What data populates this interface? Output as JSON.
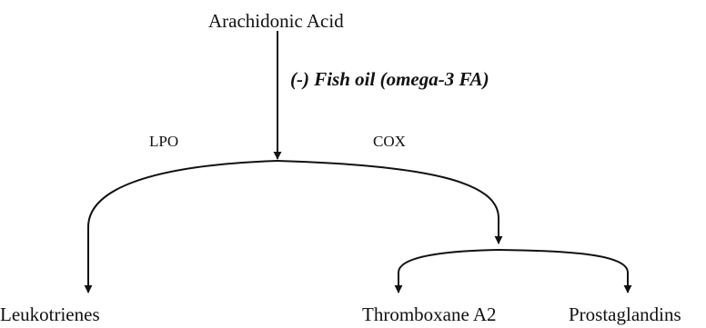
{
  "diagram": {
    "nodes": {
      "source": "Arachidonic Acid",
      "leukotrienes": "Leukotrienes",
      "thromboxane": "Thromboxane A2",
      "prostaglandins": "Prostaglandins"
    },
    "edges": {
      "lpo": "LPO",
      "cox": "COX"
    },
    "inhibitor": "(-) Fish oil (omega-3 FA)",
    "colors": {
      "ink": "#111111",
      "background": "#ffffff"
    }
  }
}
